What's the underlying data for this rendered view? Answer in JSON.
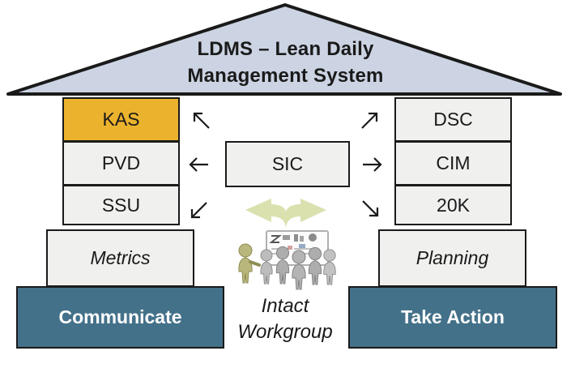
{
  "roof": {
    "title_line1": "LDMS – Lean Daily",
    "title_line2": "Management System"
  },
  "left_pillar": {
    "boxes": [
      "KAS",
      "PVD",
      "SSU"
    ],
    "base_label": "Metrics",
    "foundation_label": "Communicate"
  },
  "right_pillar": {
    "boxes": [
      "DSC",
      "CIM",
      "20K"
    ],
    "base_label": "Planning",
    "foundation_label": "Take Action"
  },
  "center": {
    "hub_label": "SIC",
    "workgroup_line1": "Intact",
    "workgroup_line2": "Workgroup",
    "arrow_directions": [
      "up-left",
      "up-right",
      "left",
      "right",
      "down-left",
      "down-right"
    ]
  },
  "colors": {
    "roof_fill": "#ccd4e3",
    "box_fill": "#f0f0ef",
    "highlight_fill": "#ebb32d",
    "foundation_fill": "#44718a",
    "border_dark": "#1a1a1a",
    "text_dark": "#1a1a1a",
    "text_light": "#ffffff",
    "workgroup_arrow_green": "#d8dfab",
    "figure_olive": "#b9b77b",
    "figure_gray": "#adadad"
  }
}
